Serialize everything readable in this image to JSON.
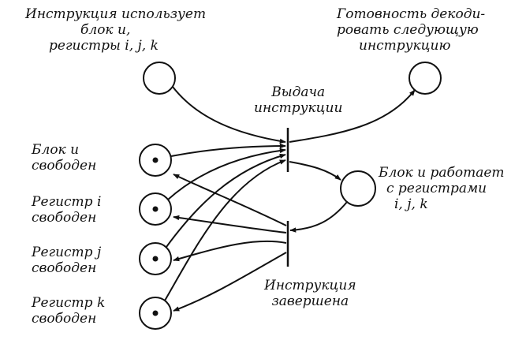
{
  "places": {
    "unit_uses": {
      "label": [
        "Инструкция использует",
        "блок и,",
        "регистры i, j, k"
      ],
      "has_token": false
    },
    "ready_decode": {
      "label": [
        "Готовность декоди-",
        "ровать следующую",
        "инструкцию"
      ],
      "has_token": false
    },
    "unit_free": {
      "label": [
        "Блок и",
        "свободен"
      ],
      "has_token": true
    },
    "reg_i_free": {
      "label": [
        "Регистр i",
        "свободен"
      ],
      "has_token": true
    },
    "reg_j_free": {
      "label": [
        "Регистр j",
        "свободен"
      ],
      "has_token": true
    },
    "reg_k_free": {
      "label": [
        "Регистр k",
        "свободен"
      ],
      "has_token": true
    },
    "unit_working": {
      "label": [
        "Блок и работает",
        "с регистрами",
        "i, j, k"
      ],
      "has_token": false
    }
  },
  "transitions": {
    "issue": {
      "label": [
        "Выдача",
        "инструкции"
      ]
    },
    "complete": {
      "label": [
        "Инструкция",
        "завершена"
      ]
    }
  },
  "colors": {
    "ink": "#111111",
    "background": "#ffffff"
  }
}
